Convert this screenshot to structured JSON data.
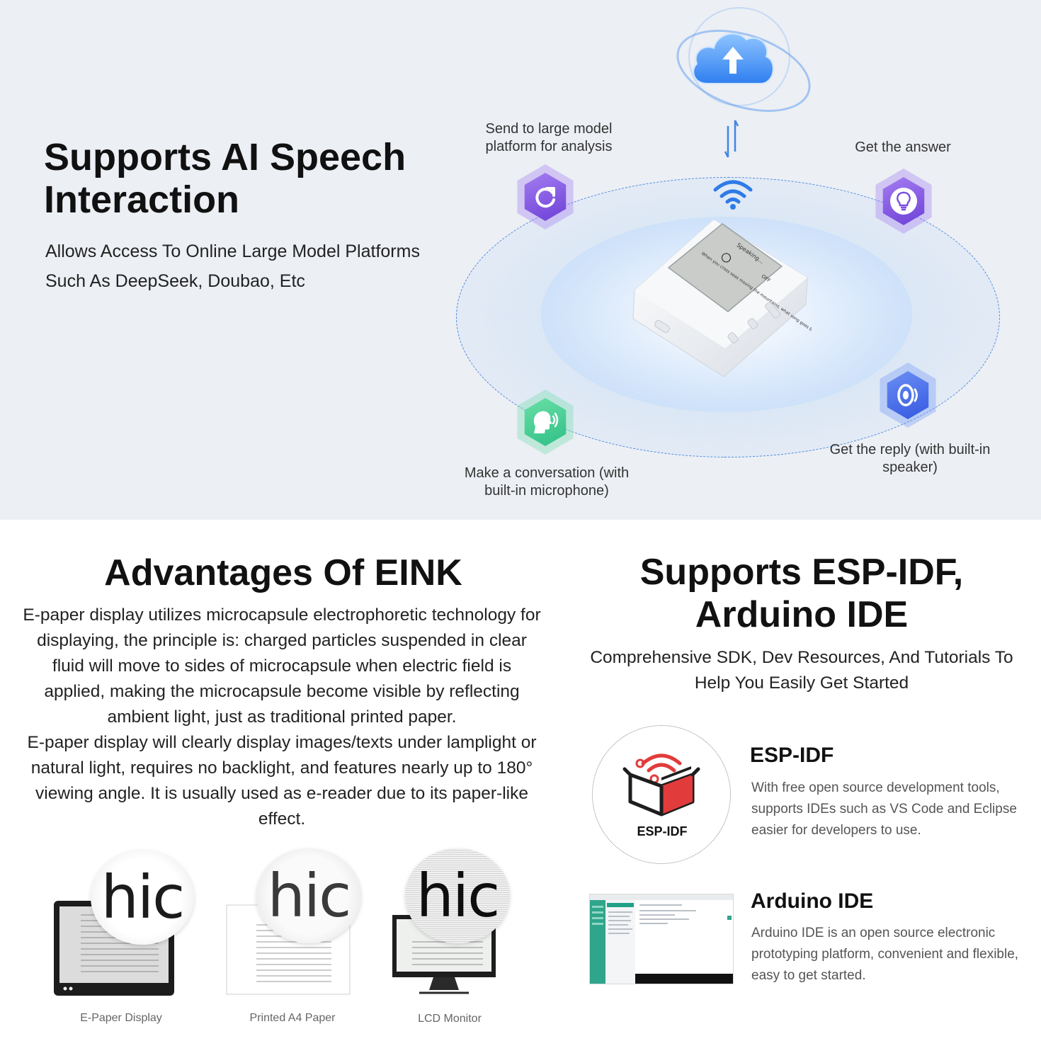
{
  "hero": {
    "title": "Supports AI Speech Interaction",
    "subtitle": "Allows Access To Online Large Model Platforms Such As DeepSeek, Doubao, Etc"
  },
  "flow": {
    "send": "Send to large model platform for analysis",
    "answer": "Get the answer",
    "talk": "Make a conversation (with built-in microphone)",
    "reply": "Get the reply (with built-in speaker)",
    "icons": [
      "upload-cloud-icon",
      "refresh-icon",
      "lightbulb-icon",
      "speaking-head-icon",
      "speaker-icon",
      "wifi-icon"
    ]
  },
  "device_screen": {
    "status": "Speaking...",
    "flag": "OFF",
    "text": "When you cross seas moving the mountains, what song goes be singing?"
  },
  "eink": {
    "title": "Advantages Of EINK",
    "p1": "E-paper display utilizes microcapsule electrophoretic technology for displaying, the principle is: charged particles suspended in clear fluid will move to sides of microcapsule when electric field is applied, making the microcapsule become visible by reflecting ambient light, just as traditional printed paper.",
    "p2": "E-paper display will clearly display images/texts under lamplight or natural light, requires no backlight, and features nearly up to 180° viewing angle. It is usually used as e-reader due to its paper-like effect.",
    "comparison": [
      {
        "label": "E-Paper Display",
        "zoom_text": "hic"
      },
      {
        "label": "Printed A4 Paper",
        "zoom_text": "hic"
      },
      {
        "label": "LCD Monitor",
        "zoom_text": "hic"
      }
    ]
  },
  "sdk": {
    "title": "Supports ESP-IDF, Arduino IDE",
    "subtitle": "Comprehensive SDK, Dev Resources, And Tutorials To Help You Easily Get Started",
    "esp_idf": {
      "badge": "ESP-IDF",
      "title": "ESP-IDF",
      "desc": "With free open source development tools, supports IDEs such as VS Code and Eclipse easier for developers to use."
    },
    "arduino": {
      "title": "Arduino IDE",
      "desc": "Arduino IDE is an open source electronic prototyping platform, convenient and flexible, easy to get started."
    }
  },
  "colors": {
    "top_bg": "#eceff4",
    "orbit": "#4d8be0",
    "purple": "#7b4ee0",
    "green": "#3ccb8e",
    "blue": "#3c63e6",
    "esp_red": "#e23b3b"
  }
}
